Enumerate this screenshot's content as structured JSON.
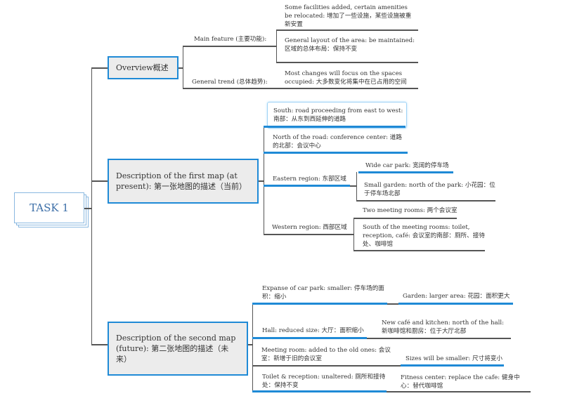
{
  "root": {
    "label": "TASK 1"
  },
  "overview": {
    "label": "Overview概述",
    "main_feature": {
      "label": "Main feature (主要功能):",
      "items": [
        "Some facilities added, certain amenities be relocated: 增加了一些设施，某些设施被重新安置",
        "General layout of the area: be maintained: 区域的总体布局：保持不变"
      ]
    },
    "general_trend": {
      "label": "General trend (总体趋势):",
      "items": [
        "Most changes will focus on the spaces occupied: 大多数变化将集中在已占用的空间"
      ]
    }
  },
  "first_map": {
    "label": "Description of the first map (at present): 第一张地图的描述（当前）",
    "south": "South: road proceeding from east to west: 南部：从东到西延伸的道路",
    "north": "North of the road: conference center: 道路的北部：会议中心",
    "eastern": {
      "label": "Eastern region: 东部区域",
      "items": [
        "Wide car park: 宽阔的停车场",
        "Small garden: north of the park: 小花园：位于停车场北部"
      ]
    },
    "western": {
      "label": "Western region: 西部区域",
      "items": [
        "Two meeting rooms: 两个会议室",
        "South of the meeting rooms: toilet, reception, café: 会议室的南部：厕所、接待处、咖啡馆"
      ]
    }
  },
  "second_map": {
    "label": "Description of the second map (future): 第二张地图的描述（未来）",
    "rows": [
      {
        "left": "Expanse of car park: smaller: 停车场的面积：缩小",
        "right": "Garden: larger area: 花园：面积更大"
      },
      {
        "left": "Hall: reduced size: 大厅：面积缩小",
        "right": "New café and kitchen: north of the hall: 新咖啡馆和厨房：位于大厅北部"
      },
      {
        "left": "Meeting room: added to the old ones: 会议室：新增于旧的会议室",
        "right": "Sizes will be smaller: 尺寸将变小"
      },
      {
        "left": "Toilet & reception: unaltered: 厕所和接待处：保持不变",
        "right": "Fitness center: replace the cafe: 健身中心：替代咖啡馆"
      }
    ]
  }
}
